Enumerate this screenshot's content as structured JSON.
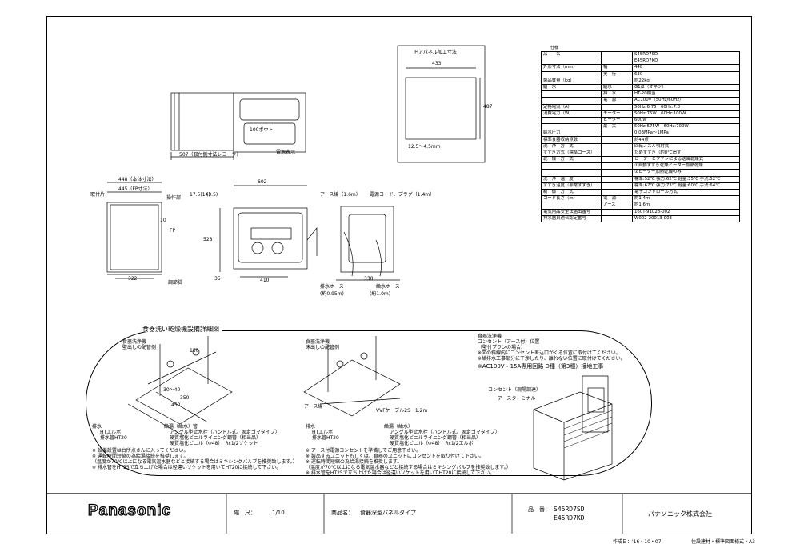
{
  "spec_table": {
    "title": "仕様",
    "rows": [
      [
        "品　　名",
        "",
        "S45RD7SD"
      ],
      [
        "",
        "",
        "E45RD7KD"
      ],
      [
        "外形寸法（mm）",
        "幅",
        "448"
      ],
      [
        "",
        "奥　行",
        "630"
      ],
      [
        "製品質量（kg）",
        "",
        "約22kg"
      ],
      [
        "給　水",
        "給水",
        "G1/2（オネジ）"
      ],
      [
        "",
        "排　水",
        "HT-20相当"
      ],
      [
        "",
        "電　源",
        "AC100V（50Hz/60Hz）"
      ],
      [
        "定格電流（A）",
        "",
        "50Hz:6.75　60Hz:7.0"
      ],
      [
        "消費電力（W）",
        "モーター",
        "50Hz:75W　60Hz:100W"
      ],
      [
        "",
        "ヒーター",
        "600W"
      ],
      [
        "",
        "最　大",
        "50Hz:675W　60Hz:700W"
      ],
      [
        "給水圧力",
        "",
        "0.03MPa～1MPa"
      ],
      [
        "標準食器収納点数",
        "",
        "約44点"
      ],
      [
        "洗　浄　方　式",
        "",
        "回転ノズル噴射式"
      ],
      [
        "すすぎ方式（標準コース）",
        "",
        "ためすすぎ（約8°C追す）"
      ],
      [
        "乾　燥　方　式",
        "",
        "ヒーターとファンによる送風乾燥式"
      ],
      [
        "",
        "",
        "①自動すすぎ乾燥ヒーター加熱乾燥"
      ],
      [
        "",
        "",
        "②ヒーター加熱乾燥のみ"
      ],
      [
        "洗　浄　温　度",
        "",
        "標準:52℃ 強力:62℃ 軽量:35℃ 手洗:52℃"
      ],
      [
        "すすぎ温度（非常すすぎ）",
        "",
        "標準:67℃ 強力:73℃ 軽量:60℃ 手洗:64℃"
      ],
      [
        "制　御　方　式",
        "",
        "電子コントロール方式"
      ],
      [
        "コード長さ（m）",
        "電　源",
        "約1.4m"
      ],
      [
        "",
        "アース",
        "約1.6m"
      ],
      [
        "電気用品安全法届出番号",
        "",
        "160T-91028-002"
      ],
      [
        "排水器具適合認定番号",
        "",
        "W002-20013-003"
      ]
    ]
  },
  "door_panel": {
    "title": "ドアパネル加工寸法",
    "width": "433",
    "height": "487",
    "thickness": "12.5～4.5mm"
  },
  "top_view": {
    "label_basket": "100ボウト",
    "label_side": "電源表示",
    "dim_depth": "507（取付側寸法レコーラ）"
  },
  "front_view": {
    "dim_448": "448（本体寸法）",
    "dim_445": "445（FP寸法）",
    "dim_322": "322",
    "label_top": "取付片",
    "label_panel": "FP",
    "label_side": "操作部",
    "label_bottom": "調節脚",
    "dim_10": "10"
  },
  "side_view": {
    "dim_602": "602",
    "dim_17": "17.5(14)",
    "dim_3_5": "(3.5)",
    "dim_528": "528",
    "dim_410": "410",
    "dim_35": "35"
  },
  "rear_view": {
    "earth_cord": "アース線（1.6m）",
    "power_cord": "電源コード、プラグ（1.4m）",
    "drain_hose": "排水ホース",
    "feed_hose": "給水ホース",
    "dim_drain": "(約0.95m)",
    "dim_feed": "(約1.0m)",
    "dim_330": "330"
  },
  "detail": {
    "title": "食器洗い乾燥機設備詳細図",
    "left_sub1": "食器洗浄機",
    "left_sub2": "壁出しの配管例",
    "mid_sub1": "食器洗浄機",
    "mid_sub2": "床出しの配管例",
    "right_sub1": "食器洗浄機",
    "right_sub2": "コンセント（アース付）位置",
    "right_sub3": "（壁付プランの場合）",
    "right_note1": "※図の斜線内にコンセント差込口がくる位置に取付けてください。",
    "right_note2": "※給排水工事部分に干渉したり、離れない位置に取付けてください。",
    "right_note3": "※AC100V・15A専用回路 D種（第3種）接地工事",
    "outlet": "コンセント（現場調達）",
    "earth_terminal": "アースターミナル",
    "dim_450": "450",
    "dim_350": "350",
    "dim_30_40": "30～40",
    "dim_150": "150",
    "earth_line": "アース線",
    "vvf": "VVFケーブル2S　1.2m",
    "dim_1_2m": "1.2m",
    "left_drain": "排水",
    "left_d1": "HTエルボ",
    "left_d2": "排水管HT20",
    "left_supply": "給湯（給水）管",
    "left_s1": "アングル型止水栓（ハンドル式、固定ゴマタイプ）",
    "left_s2": "硬質塩化ビニルライニング鋼管（相当品）",
    "left_s3": "硬質塩化ビニル（Φ48）　Rc1/2ソケット",
    "left_n1": "※ 設備設置は台所点さんに入ってください。",
    "left_n2": "※ 運転時間短縮の為給湯接続を推奨します。",
    "left_n3": "（温度が70℃以上になる電気温水器などと接続する場合はミキシングバルブを推奨致します。）",
    "left_n4": "※ 排水管をHT25で立ち上げた場合は径違いソケットを用いてHT20に接続して下さい。",
    "mid_drain": "排水",
    "mid_d1": "HTエルボ",
    "mid_d2": "排水管HT20",
    "mid_supply": "給湯（給水）",
    "mid_s1": "アングル型止水栓（ハンドル式、固定ゴマタイプ）",
    "mid_s2": "硬質塩化ビニルライニング鋼管（相当品）",
    "mid_s3": "硬質塩化ビニル（Φ48）　Rc1/2エルボ",
    "mid_n1": "※ アース付電源コンセントを準備してご用意下さい。",
    "mid_n2": "※ 製品するユニットもしくは、食器のユニットにコンセントを取り付けて下さい。",
    "mid_n3": "※ 運転時間短縮の為給湯接続を推奨します。",
    "mid_n4": "（温度が70℃以上になる電気温水器などと接続する場合はミキシングバルブを推奨致します。）",
    "mid_n5": "※ 排水管をHT25で立ち上げた場合は径違いソケットを用いてHT20に接続して下さい。"
  },
  "title_block": {
    "logo": "Panasonic",
    "scale_label": "縮　尺：",
    "scale_value": "1/10",
    "product_label": "商品名：",
    "product_value": "食器深型パネルタイプ",
    "model_label": "品　番：",
    "model_1": "S45RD7SD",
    "model_2": "E45RD7KD",
    "company": "パナソニック株式会社"
  },
  "footer": {
    "date": "作成日：'16・10・07",
    "doc": "住設建材・標準図面様式・A3"
  }
}
